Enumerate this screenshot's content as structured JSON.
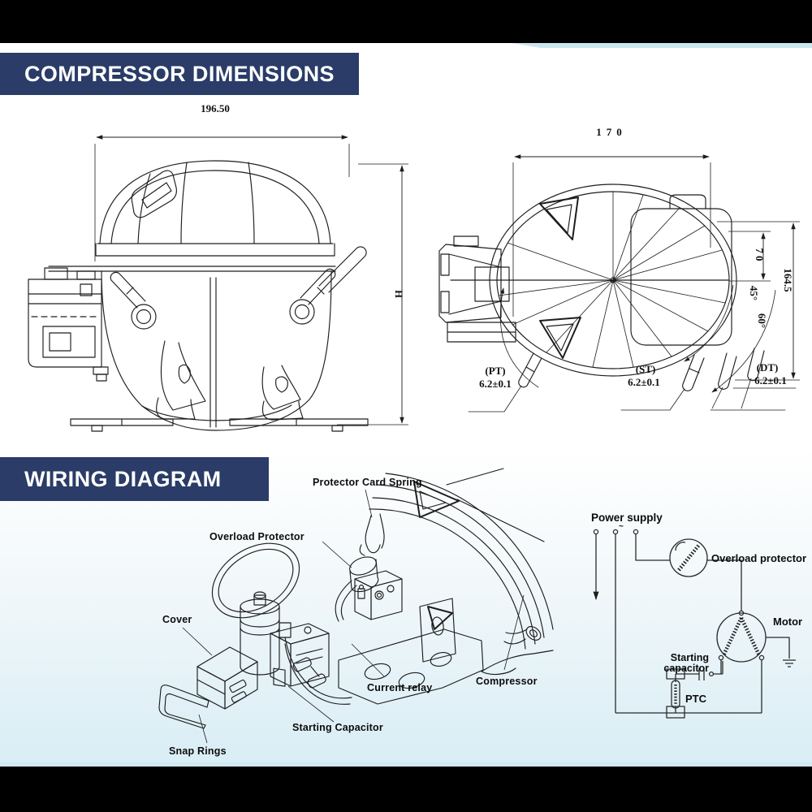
{
  "sections": {
    "dimensions_title": "COMPRESSOR DIMENSIONS",
    "wiring_title": "WIRING DIAGRAM"
  },
  "front_view": {
    "width_dim": "196.50",
    "height_label": "H"
  },
  "top_view": {
    "width_dim": "170",
    "height_dim": "164.5",
    "pin_offset_dim": "70",
    "angle_45": "45°",
    "angle_60": "60°",
    "tube_pt_label": "(PT)",
    "tube_pt_tol": "6.2±0.1",
    "tube_st_label": "(ST)",
    "tube_st_tol": "6.2±0.1",
    "tube_dt_label": "(DT)",
    "tube_dt_tol": "6.2±0.1"
  },
  "exploded_view": {
    "protector_card_spring": "Protector Card Spring",
    "overload_protector": "Overload Protector",
    "cover": "Cover",
    "current_relay": "Current relay",
    "compressor": "Compressor",
    "starting_capacitor": "Starting Capacitor",
    "snap_rings": "Snap Rings"
  },
  "schematic": {
    "power_supply": "Power supply",
    "ac_symbol": "~",
    "overload_protector": "Overload protector",
    "motor": "Motor",
    "starting_capacitor_line1": "Starting",
    "starting_capacitor_line2": "capacitor",
    "ptc": "PTC"
  },
  "colors": {
    "header_bg": "#2a3c67",
    "accent_teal": "#c9e6ee",
    "page_bottom_tint": "#d3ebf4",
    "bar_black": "#000000",
    "line_color": "#1d1d1d"
  }
}
